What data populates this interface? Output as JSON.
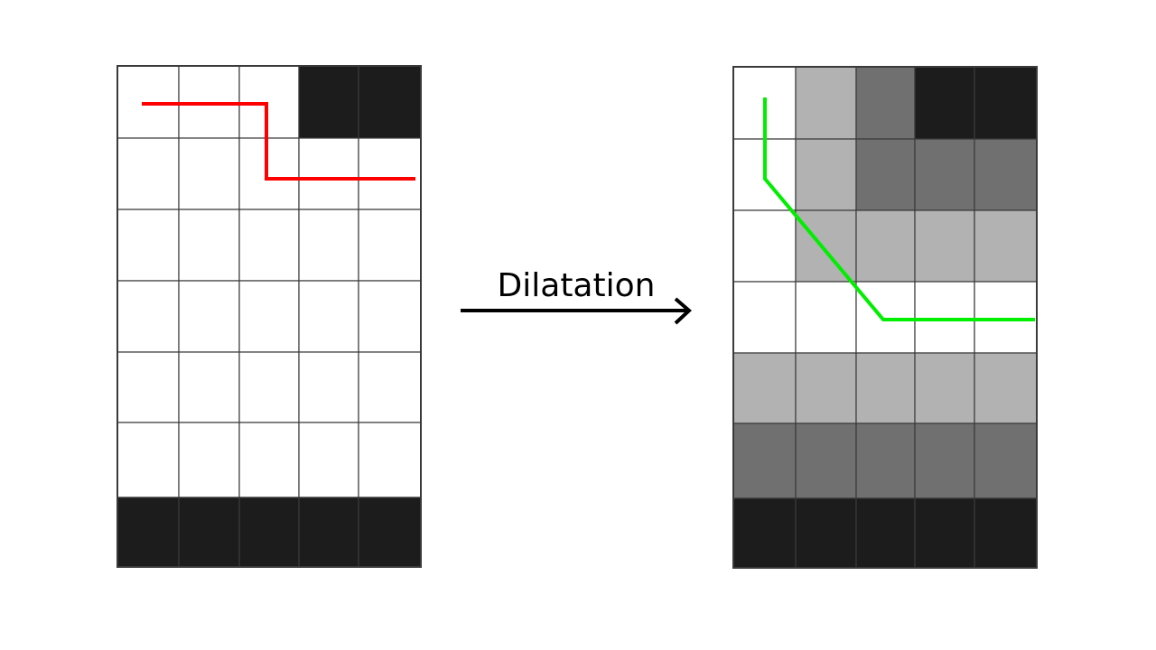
{
  "arrow": {
    "label": "Dilatation"
  },
  "colors": {
    "white": "#ffffff",
    "light_gray": "#b2b2b2",
    "dark_gray": "#707070",
    "black": "#1c1c1c",
    "path_before": "#ff0000",
    "path_after": "#00ee00",
    "arrow": "#000000"
  },
  "grids": [
    {
      "name": "grid-before-dilation",
      "rows": 7,
      "cols": 5,
      "cells": [
        [
          0,
          0,
          0,
          3,
          3
        ],
        [
          0,
          0,
          0,
          0,
          0
        ],
        [
          0,
          0,
          0,
          0,
          0
        ],
        [
          0,
          0,
          0,
          0,
          0
        ],
        [
          0,
          0,
          0,
          0,
          0
        ],
        [
          0,
          0,
          0,
          0,
          0
        ],
        [
          3,
          3,
          3,
          3,
          3
        ]
      ]
    },
    {
      "name": "grid-after-dilation",
      "rows": 7,
      "cols": 5,
      "cells": [
        [
          0,
          1,
          2,
          3,
          3
        ],
        [
          0,
          1,
          2,
          2,
          2
        ],
        [
          0,
          1,
          1,
          1,
          1
        ],
        [
          0,
          0,
          0,
          0,
          0
        ],
        [
          1,
          1,
          1,
          1,
          1
        ],
        [
          2,
          2,
          2,
          2,
          2
        ],
        [
          3,
          3,
          3,
          3,
          3
        ]
      ]
    }
  ],
  "cell_levels": {
    "0": "white",
    "1": "light_gray",
    "2": "dark_gray",
    "3": "black"
  }
}
